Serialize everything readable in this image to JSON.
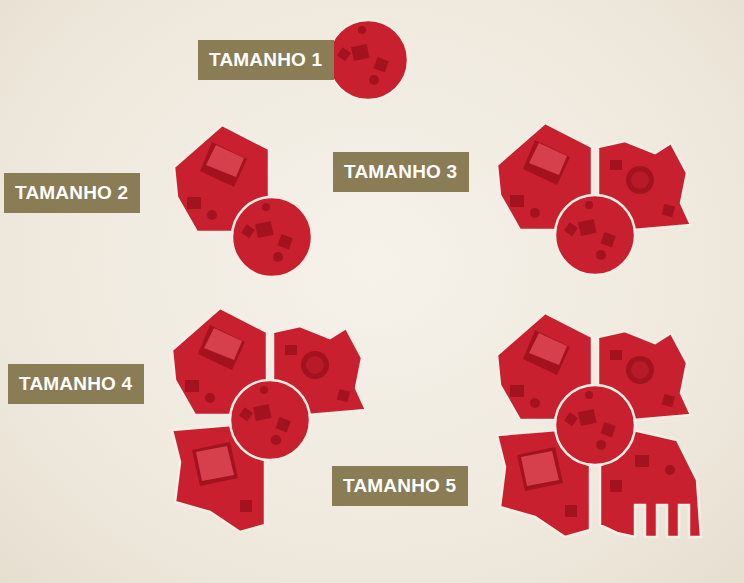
{
  "diagram": {
    "nodes": [
      {
        "text": [
          "TAMANHO 1"
        ]
      },
      {
        "text": [
          "TAMANHO 2"
        ]
      },
      {
        "text": [
          "TAMANHO 3"
        ]
      },
      {
        "text": [
          "TAMANHO 4"
        ]
      },
      {
        "text": [
          "TAMANHO 5"
        ]
      }
    ]
  }
}
